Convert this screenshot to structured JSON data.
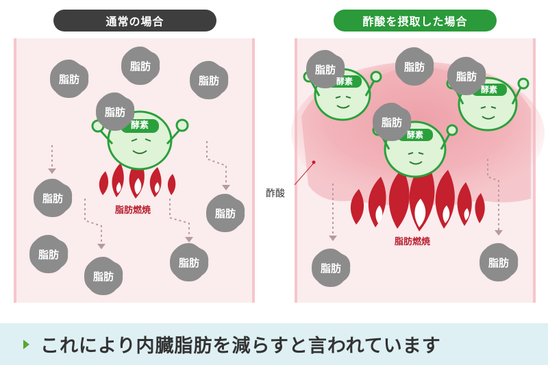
{
  "left_panel": {
    "title": "通常の場合",
    "fat_label": "脂肪",
    "enzyme_label": "酵素",
    "burn_label": "脂肪燃焼"
  },
  "right_panel": {
    "title": "酢酸を摂取した場合",
    "fat_label": "脂肪",
    "enzyme_label": "酵素",
    "burn_label": "脂肪燃焼",
    "acetic_label": "酢酸"
  },
  "bottom_message": "これにより内臓脂肪を減らすと言われています",
  "colors": {
    "left_pill": "#3e3e3e",
    "right_pill": "#2a9a3a",
    "fat_blob": "#8c8c8c",
    "flame": "#c4202e",
    "enzyme_outline": "#2aa03c",
    "panel_bg": "#fbe9ea",
    "bottom_band": "#dff0f4"
  }
}
